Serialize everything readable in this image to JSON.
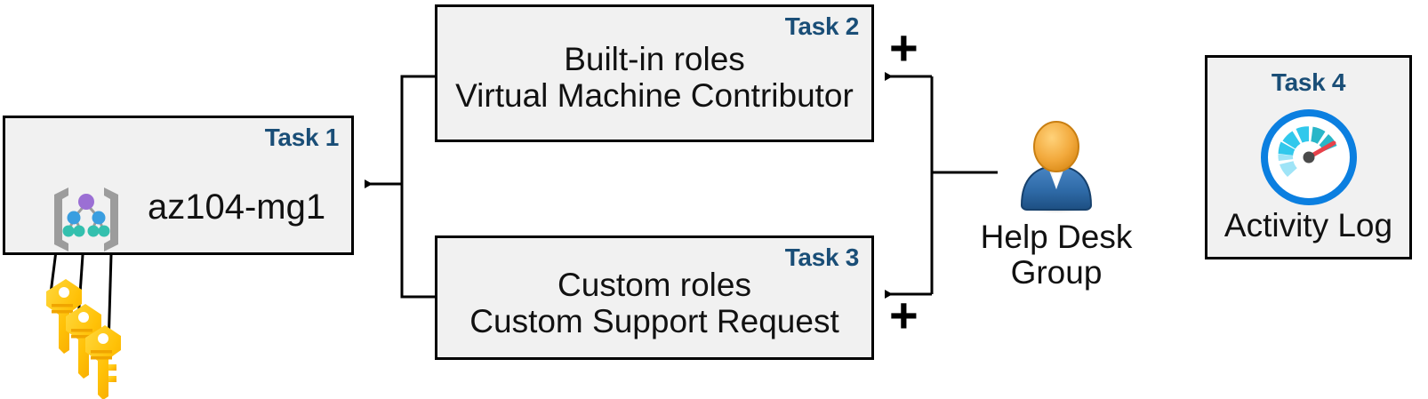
{
  "diagram": {
    "title": "Azure RBAC task diagram",
    "accent_color": "#1a4e77",
    "box_fill": "#f1f1f1",
    "box_border": "#000000"
  },
  "tasks": [
    {
      "id": "task1",
      "label": "Task 1",
      "icon": "management-group-icon",
      "text": "az104-mg1"
    },
    {
      "id": "task2",
      "label": "Task 2",
      "line1": "Built-in roles",
      "line2": "Virtual Machine Contributor",
      "text": "Built-in roles\nVirtual Machine Contributor"
    },
    {
      "id": "task3",
      "label": "Task 3",
      "line1": "Custom roles",
      "line2": "Custom Support Request",
      "text": "Custom roles\nCustom Support Request"
    },
    {
      "id": "task4",
      "label": "Task 4",
      "icon": "activity-log-gauge-icon",
      "text": "Activity Log"
    }
  ],
  "actor": {
    "icon": "user-group-icon",
    "label": "Help Desk\nGroup"
  },
  "operators": {
    "assign_top": "+",
    "assign_bottom": "+"
  },
  "icons": {
    "keys": "keys-icon",
    "management_group": "management-group-icon",
    "gauge": "gauge-icon",
    "person": "person-icon"
  },
  "colors": {
    "task_label": "#1a4e77",
    "key_gold": "#ffc107",
    "key_gold_dark": "#f0a500",
    "gauge_ring": "#0b7fe0",
    "gauge_needle": "#e8414a",
    "gauge_teal": "#29b6c8",
    "gauge_cyan": "#31c8ec",
    "gauge_lightcyan": "#9fe4f7",
    "person_head": "#f0a93a",
    "person_body": "#2a6099",
    "mg_bracket": "#9c9c9c",
    "mg_root": "#9b6fd4",
    "mg_mid": "#3a9ee0",
    "mg_leaf": "#34c0ae"
  }
}
